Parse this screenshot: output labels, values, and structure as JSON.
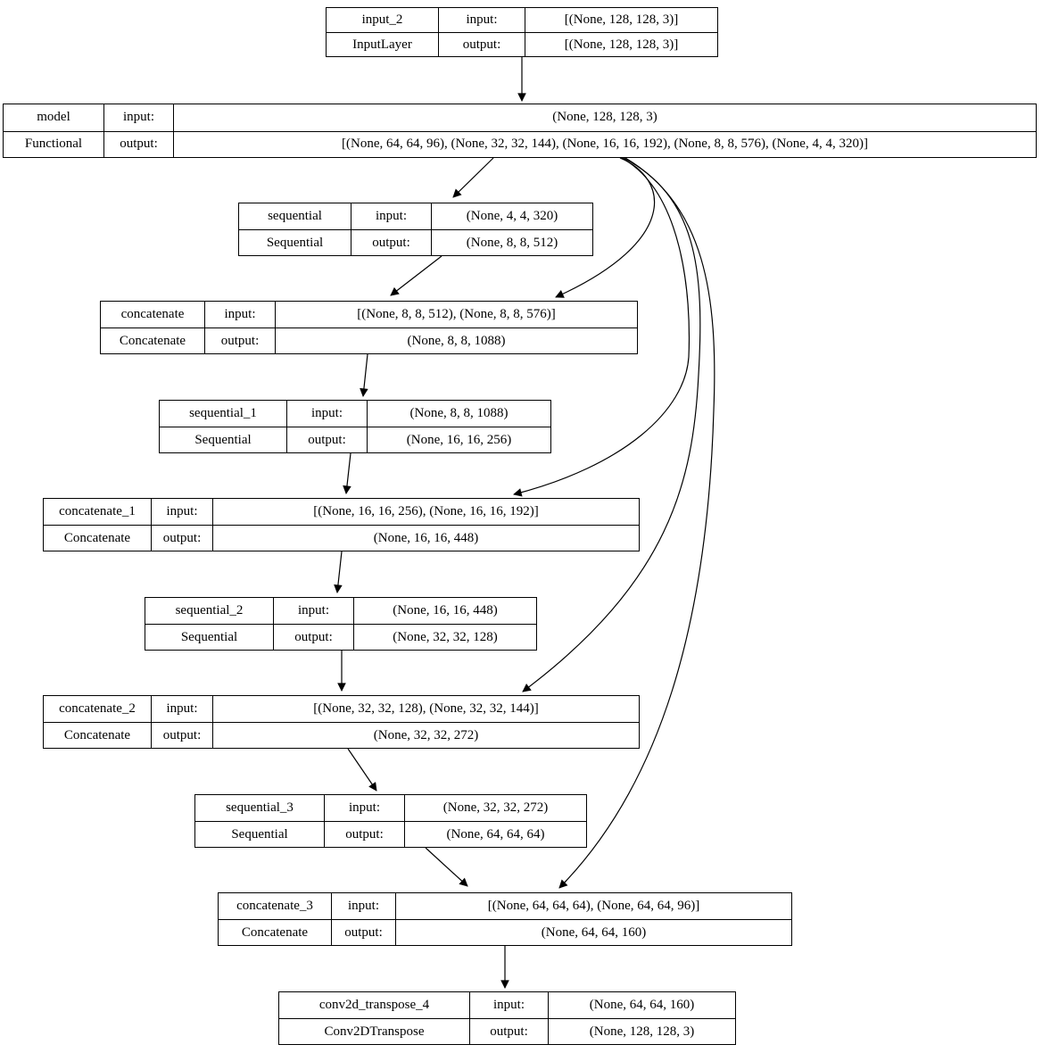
{
  "diagram": {
    "labels": {
      "input": "input:",
      "output": "output:"
    },
    "colors": {
      "background": "#ffffff",
      "border": "#000000",
      "edge": "#000000",
      "text": "#000000"
    },
    "nodes": [
      {
        "id": "input_2",
        "name": "input_2",
        "type": "InputLayer",
        "input_shape": "[(None, 128, 128, 3)]",
        "output_shape": "[(None, 128, 128, 3)]"
      },
      {
        "id": "model",
        "name": "model",
        "type": "Functional",
        "input_shape": "(None, 128, 128, 3)",
        "output_shape": "[(None, 64, 64, 96), (None, 32, 32, 144), (None, 16, 16, 192), (None, 8, 8, 576), (None, 4, 4, 320)]"
      },
      {
        "id": "sequential",
        "name": "sequential",
        "type": "Sequential",
        "input_shape": "(None, 4, 4, 320)",
        "output_shape": "(None, 8, 8, 512)"
      },
      {
        "id": "concatenate",
        "name": "concatenate",
        "type": "Concatenate",
        "input_shape": "[(None, 8, 8, 512), (None, 8, 8, 576)]",
        "output_shape": "(None, 8, 8, 1088)"
      },
      {
        "id": "sequential_1",
        "name": "sequential_1",
        "type": "Sequential",
        "input_shape": "(None, 8, 8, 1088)",
        "output_shape": "(None, 16, 16, 256)"
      },
      {
        "id": "concatenate_1",
        "name": "concatenate_1",
        "type": "Concatenate",
        "input_shape": "[(None, 16, 16, 256), (None, 16, 16, 192)]",
        "output_shape": "(None, 16, 16, 448)"
      },
      {
        "id": "sequential_2",
        "name": "sequential_2",
        "type": "Sequential",
        "input_shape": "(None, 16, 16, 448)",
        "output_shape": "(None, 32, 32, 128)"
      },
      {
        "id": "concatenate_2",
        "name": "concatenate_2",
        "type": "Concatenate",
        "input_shape": "[(None, 32, 32, 128), (None, 32, 32, 144)]",
        "output_shape": "(None, 32, 32, 272)"
      },
      {
        "id": "sequential_3",
        "name": "sequential_3",
        "type": "Sequential",
        "input_shape": "(None, 32, 32, 272)",
        "output_shape": "(None, 64, 64, 64)"
      },
      {
        "id": "concatenate_3",
        "name": "concatenate_3",
        "type": "Concatenate",
        "input_shape": "[(None, 64, 64, 64), (None, 64, 64, 96)]",
        "output_shape": "(None, 64, 64, 160)"
      },
      {
        "id": "conv2d_transpose_4",
        "name": "conv2d_transpose_4",
        "type": "Conv2DTranspose",
        "input_shape": "(None, 64, 64, 160)",
        "output_shape": "(None, 128, 128, 3)"
      }
    ],
    "edges": [
      {
        "from": "input_2",
        "to": "model"
      },
      {
        "from": "model",
        "to": "sequential"
      },
      {
        "from": "model",
        "to": "concatenate"
      },
      {
        "from": "model",
        "to": "concatenate_1"
      },
      {
        "from": "model",
        "to": "concatenate_2"
      },
      {
        "from": "model",
        "to": "concatenate_3"
      },
      {
        "from": "sequential",
        "to": "concatenate"
      },
      {
        "from": "concatenate",
        "to": "sequential_1"
      },
      {
        "from": "sequential_1",
        "to": "concatenate_1"
      },
      {
        "from": "concatenate_1",
        "to": "sequential_2"
      },
      {
        "from": "sequential_2",
        "to": "concatenate_2"
      },
      {
        "from": "concatenate_2",
        "to": "sequential_3"
      },
      {
        "from": "sequential_3",
        "to": "concatenate_3"
      },
      {
        "from": "concatenate_3",
        "to": "conv2d_transpose_4"
      }
    ]
  }
}
